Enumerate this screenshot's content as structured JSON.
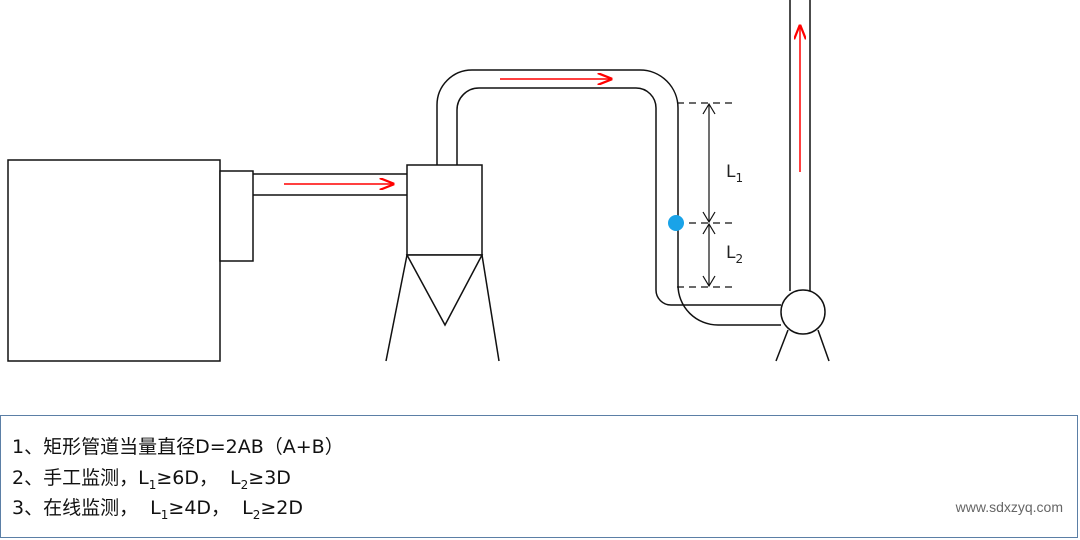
{
  "diagram": {
    "label_l1": "L",
    "label_l1_sub": "1",
    "label_l2": "L",
    "label_l2_sub": "2",
    "flow_arrow_color": "#ff0000",
    "sampling_point_color": "#1aa3e8"
  },
  "notes": {
    "line1": "1、矩形管道当量直径D=2AB（A+B）",
    "line2": {
      "prefix": "2、手工监测，L",
      "sub1": "1",
      "mid": "≥6D，  L",
      "sub2": "2",
      "suffix": "≥3D"
    },
    "line3": {
      "prefix": "3、在线监测，  L",
      "sub1": "1",
      "mid": "≥4D，  L",
      "sub2": "2",
      "suffix": "≥2D"
    }
  },
  "watermark": "www.sdxzyq.com"
}
